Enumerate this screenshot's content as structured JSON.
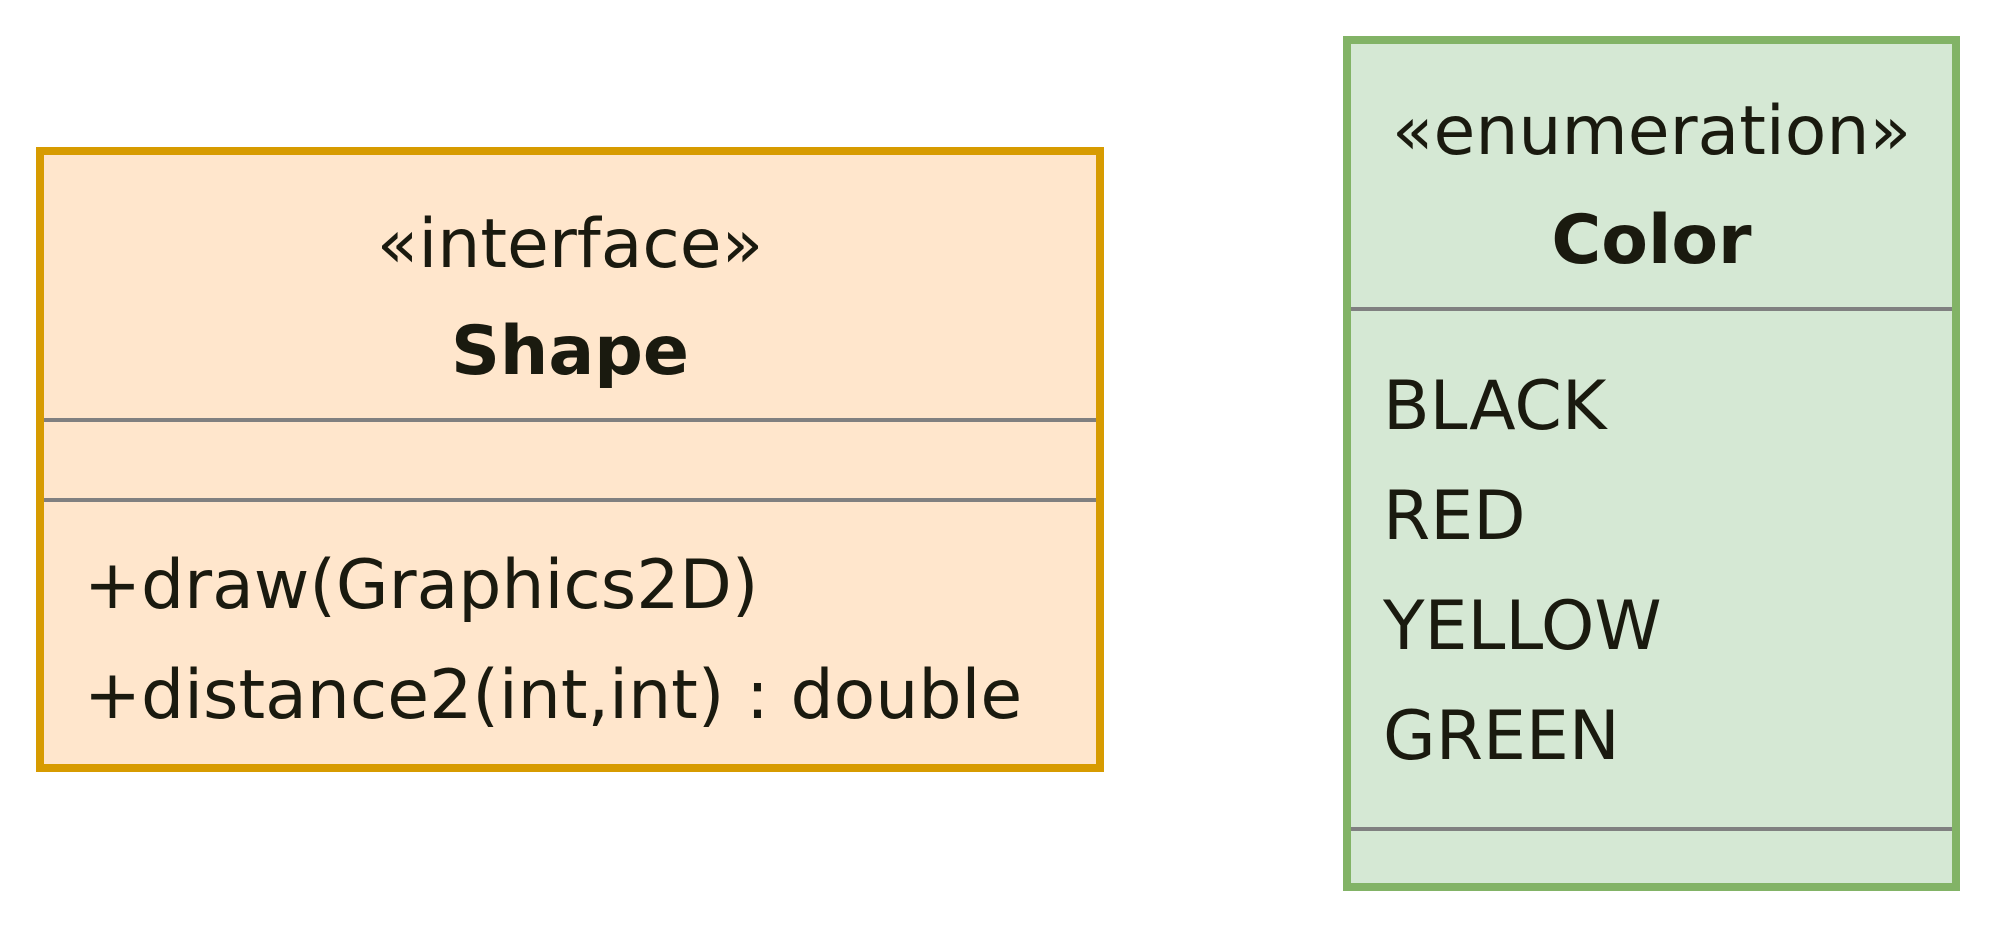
{
  "diagram": {
    "shape": {
      "stereotype": "«interface»",
      "name": "Shape",
      "attributes": [],
      "operations": [
        "+draw(Graphics2D)",
        "+distance2(int,int) : double"
      ]
    },
    "color": {
      "stereotype": "«enumeration»",
      "name": "Color",
      "literals": [
        "BLACK",
        "RED",
        "YELLOW",
        "GREEN"
      ],
      "operations": []
    }
  },
  "colors": {
    "interface_fill": "#ffe6cc",
    "interface_border": "#d79b00",
    "enum_fill": "#d5e8d4",
    "enum_border": "#82b366",
    "separator": "#808080",
    "text": "#1a1a0f"
  }
}
